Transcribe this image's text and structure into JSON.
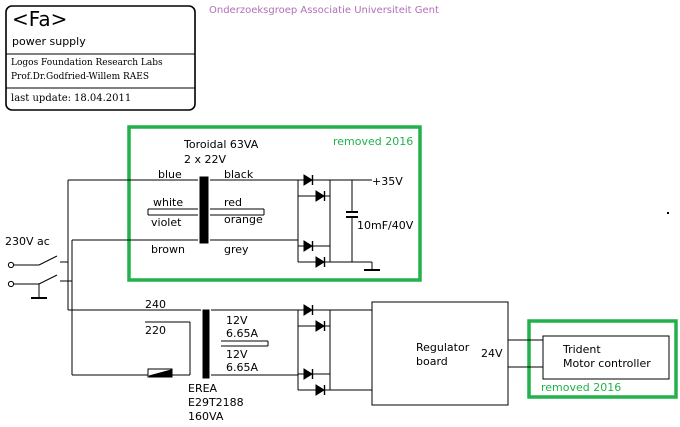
{
  "title_block": {
    "code": "<Fa>",
    "subtitle": "power supply",
    "org_line1": "Logos Foundation Research Labs",
    "org_line2": "Prof.Dr.Godfried-Willem RAES",
    "last_update_label": "last update:",
    "last_update_date": "18.04.2011"
  },
  "header_credit": "Onderzoeksgroep Associatie Universiteit Gent",
  "transformer1": {
    "name": "Toroidal 63VA",
    "rating": "2 x 22V",
    "primary_labels": [
      "blue",
      "white",
      "violet",
      "brown"
    ],
    "secondary_labels": [
      "black",
      "red",
      "orange",
      "grey"
    ]
  },
  "output_voltage": "+35V",
  "capacitor": "10mF/40V",
  "removed_label_1": "removed 2016",
  "mains_label": "230V ac",
  "transformer2": {
    "tap_240": "240",
    "tap_220": "220",
    "sec1_v": "12V",
    "sec1_a": "6.65A",
    "sec2_v": "12V",
    "sec2_a": "6.65A",
    "maker": "EREA",
    "part": "E29T2188",
    "va": "160VA"
  },
  "regulator": {
    "line1": "Regulator",
    "line2": "board"
  },
  "regulator_output": "24V",
  "motor": {
    "line1": "Trident",
    "line2": "Motor controller"
  },
  "removed_label_2": "removed 2016",
  "colors": {
    "line": "#000000",
    "removed_frame": "#22b14c",
    "credit": "#b070b8"
  }
}
